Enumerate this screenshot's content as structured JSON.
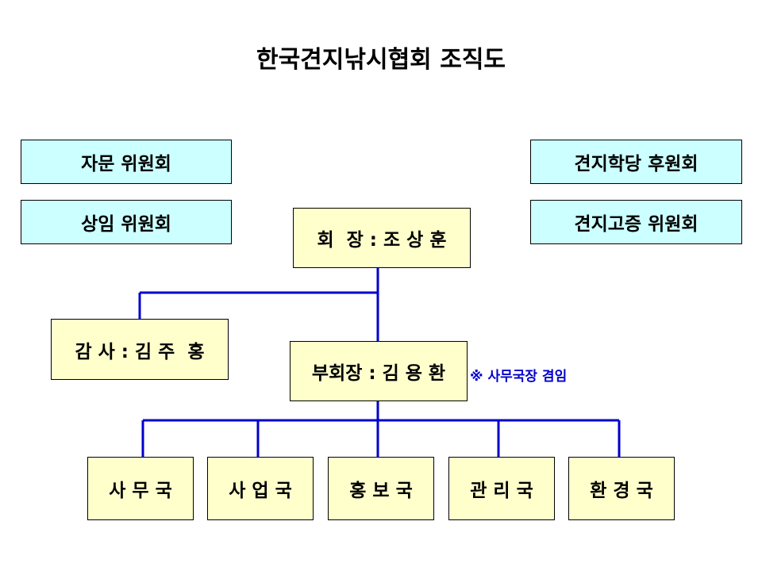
{
  "title": "한국견지낚시협회 조직도",
  "committees": {
    "advisory": "자문 위원회",
    "standing": "상임 위원회",
    "academy_support": "견지학당 후원회",
    "certification": "견지고증 위원회"
  },
  "president": "회  장 : 조 상 훈",
  "auditor": "감 사 : 김 주  홍",
  "vice_president": "부회장 : 김 용 환",
  "vice_president_note": "※ 사무국장 겸임",
  "departments": [
    "사 무 국",
    "사 업 국",
    "홍 보 국",
    "관 리 국",
    "환 경 국"
  ],
  "colors": {
    "line": "#0000cc",
    "committee_fill": "#ccffff",
    "officer_fill": "#ffffcc"
  }
}
